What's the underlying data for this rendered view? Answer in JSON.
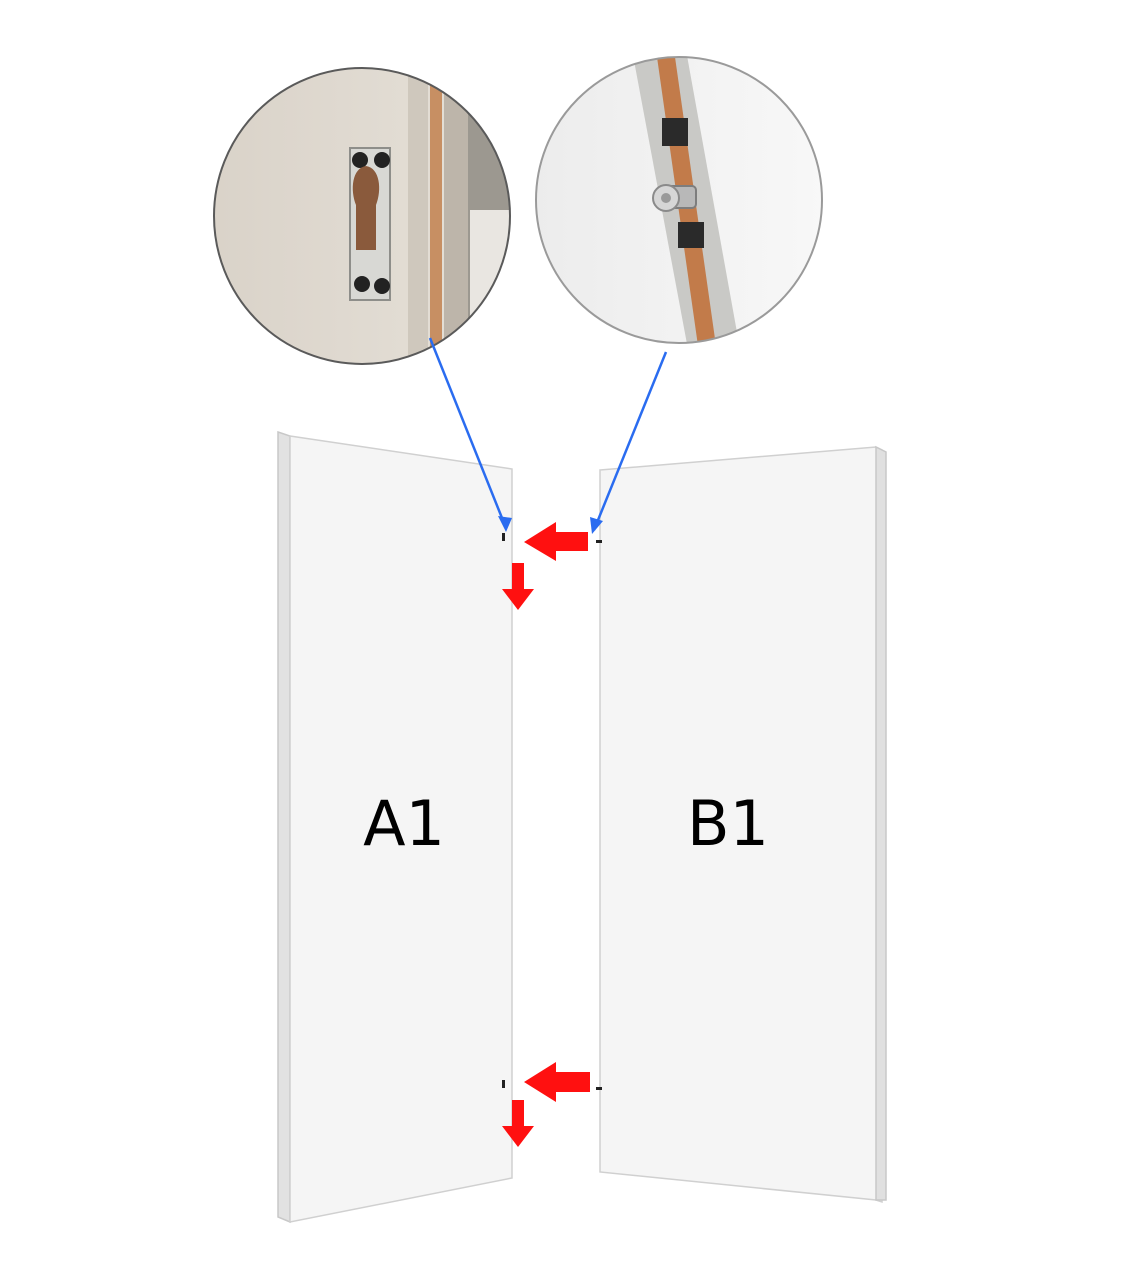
{
  "panels": {
    "left_label": "A1",
    "right_label": "B1"
  },
  "details": {
    "left_detail": "keyhole-bracket-slot",
    "right_detail": "bolt-connector-peg"
  },
  "colors": {
    "panel_face": "#f3f3f3",
    "panel_edge": "#dcdcdc",
    "pointer_line": "#2a6cf0",
    "motion_arrow": "#ff1010"
  }
}
